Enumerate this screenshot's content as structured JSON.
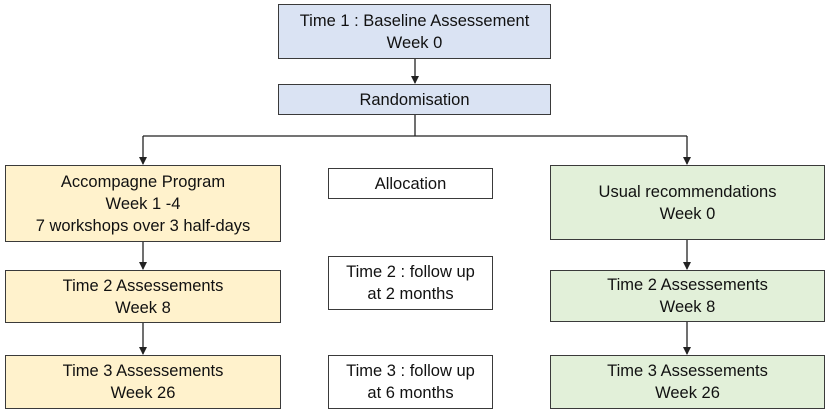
{
  "baseline": {
    "line1": "Time 1 : Baseline Assessement",
    "line2": "Week 0"
  },
  "randomisation": {
    "label": "Randomisation"
  },
  "left": {
    "program": {
      "line1": "Accompagne Program",
      "line2": "Week 1 -4",
      "line3": "7 workshops over 3 half-days"
    },
    "time2": {
      "line1": "Time 2 Assessements",
      "line2": "Week 8"
    },
    "time3": {
      "line1": "Time 3 Assessements",
      "line2": "Week 26"
    }
  },
  "middle": {
    "allocation": {
      "label": "Allocation"
    },
    "followup2": {
      "line1": "Time 2 : follow up",
      "line2": "at 2 months"
    },
    "followup3": {
      "line1": "Time 3 : follow up",
      "line2": "at 6 months"
    }
  },
  "right": {
    "usual": {
      "line1": "Usual recommendations",
      "line2": "Week 0"
    },
    "time2": {
      "line1": "Time 2 Assessements",
      "line2": "Week 8"
    },
    "time3": {
      "line1": "Time 3 Assessements",
      "line2": "Week 26"
    }
  },
  "colors": {
    "blue_fill": "#dae3f3",
    "yellow_fill": "#fff2cc",
    "green_fill": "#e2f0d9",
    "border": "#3a3a3a",
    "connector": "#222222"
  }
}
